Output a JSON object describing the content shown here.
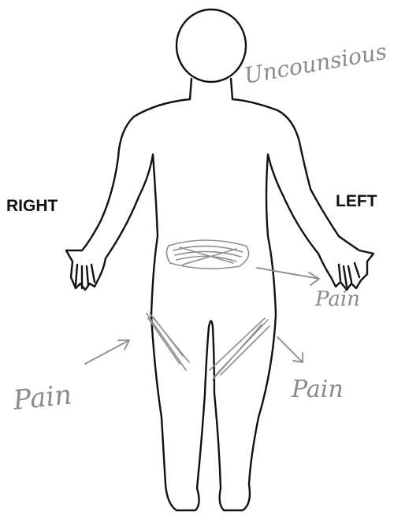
{
  "labels": {
    "right": "RIGHT",
    "left": "LEFT"
  },
  "annotations": {
    "status": "Uncounsious",
    "pain_left_hand": "Pain",
    "pain_right_leg": "Pain",
    "pain_left_leg": "Pain"
  },
  "colors": {
    "outline": "#111111",
    "handwriting": "#8a8a8a"
  }
}
